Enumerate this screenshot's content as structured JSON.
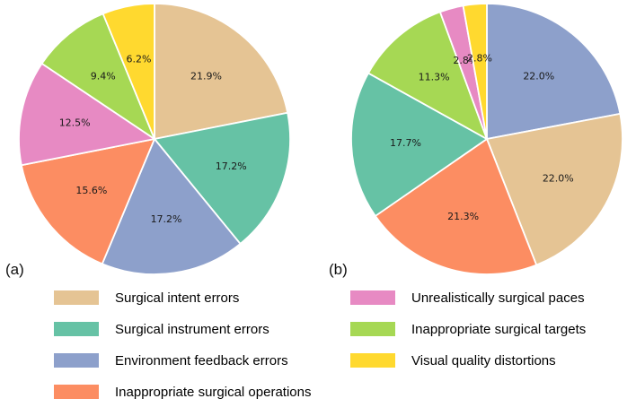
{
  "chart_data": [
    {
      "type": "pie",
      "panel": "a",
      "panel_label": "(a)",
      "start_angle_deg": 90,
      "direction": "clockwise",
      "slices": [
        {
          "category": "Surgical intent errors",
          "value": 21.9,
          "pct_label": "21.9%",
          "color": "#E5C494"
        },
        {
          "category": "Surgical instrument errors",
          "value": 17.2,
          "pct_label": "17.2%",
          "color": "#66C2A5"
        },
        {
          "category": "Environment feedback errors",
          "value": 17.2,
          "pct_label": "17.2%",
          "color": "#8DA0CB"
        },
        {
          "category": "Inappropriate surgical operations",
          "value": 15.6,
          "pct_label": "15.6%",
          "color": "#FC8D62"
        },
        {
          "category": "Unrealistically surgical paces",
          "value": 12.5,
          "pct_label": "12.5%",
          "color": "#E78AC3"
        },
        {
          "category": "Inappropriate surgical targets",
          "value": 9.4,
          "pct_label": "9.4%",
          "color": "#A6D854"
        },
        {
          "category": "Visual quality distortions",
          "value": 6.2,
          "pct_label": "6.2%",
          "color": "#FFD92F"
        }
      ]
    },
    {
      "type": "pie",
      "panel": "b",
      "panel_label": "(b)",
      "start_angle_deg": 90,
      "direction": "clockwise",
      "slices": [
        {
          "category": "Environment feedback errors",
          "value": 22.0,
          "pct_label": "22.0%",
          "color": "#8DA0CB"
        },
        {
          "category": "Surgical intent errors",
          "value": 22.0,
          "pct_label": "22.0%",
          "color": "#E5C494"
        },
        {
          "category": "Inappropriate surgical operations",
          "value": 21.3,
          "pct_label": "21.3%",
          "color": "#FC8D62"
        },
        {
          "category": "Surgical instrument errors",
          "value": 17.7,
          "pct_label": "17.7%",
          "color": "#66C2A5"
        },
        {
          "category": "Inappropriate surgical targets",
          "value": 11.3,
          "pct_label": "11.3%",
          "color": "#A6D854"
        },
        {
          "category": "Unrealistically surgical paces",
          "value": 2.8,
          "pct_label": "2.8%",
          "color": "#E78AC3"
        },
        {
          "category": "Visual quality distortions",
          "value": 2.8,
          "pct_label": "2.8%",
          "color": "#FFD92F"
        }
      ]
    }
  ],
  "legend": {
    "items": [
      {
        "label": "Surgical intent errors",
        "color": "#E5C494"
      },
      {
        "label": "Surgical instrument errors",
        "color": "#66C2A5"
      },
      {
        "label": "Environment feedback errors",
        "color": "#8DA0CB"
      },
      {
        "label": "Inappropriate surgical operations",
        "color": "#FC8D62"
      },
      {
        "label": "Unrealistically surgical paces",
        "color": "#E78AC3"
      },
      {
        "label": "Inappropriate surgical targets",
        "color": "#A6D854"
      },
      {
        "label": "Visual quality distortions",
        "color": "#FFD92F"
      }
    ]
  }
}
